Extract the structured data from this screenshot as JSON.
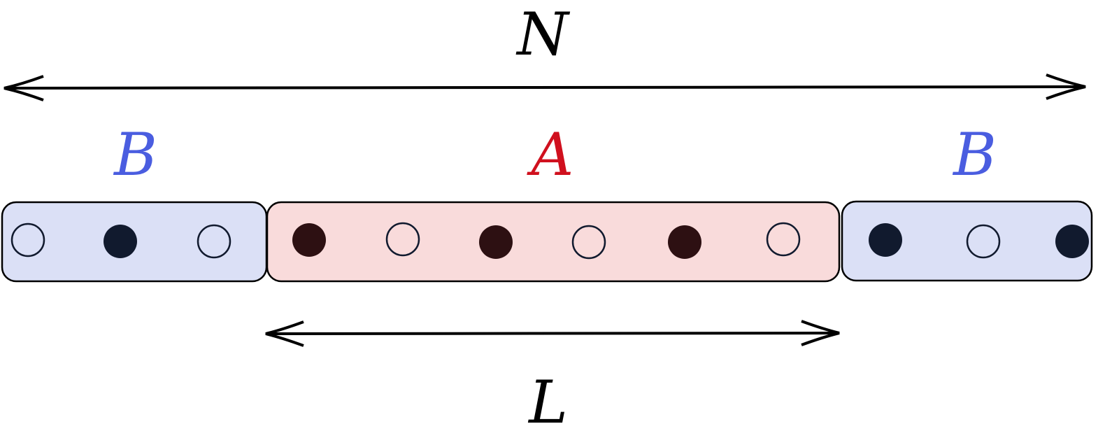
{
  "labels": {
    "system": "N",
    "region_a": "A",
    "region_b_left": "B",
    "region_b_right": "B",
    "subsystem_length": "L"
  },
  "colors": {
    "b_fill": "#dbe0f6",
    "a_fill": "#f9dbdb",
    "b_label": "#4a5de0",
    "a_label": "#d0101e",
    "b_dot": "#111a2e",
    "a_dot": "#2d1012",
    "stroke": "#000000"
  },
  "regions": [
    {
      "name": "B",
      "sites": [
        "empty",
        "filled",
        "empty"
      ]
    },
    {
      "name": "A",
      "sites": [
        "filled",
        "empty",
        "filled",
        "empty",
        "filled",
        "empty"
      ]
    },
    {
      "name": "B",
      "sites": [
        "filled",
        "empty",
        "filled"
      ]
    }
  ]
}
